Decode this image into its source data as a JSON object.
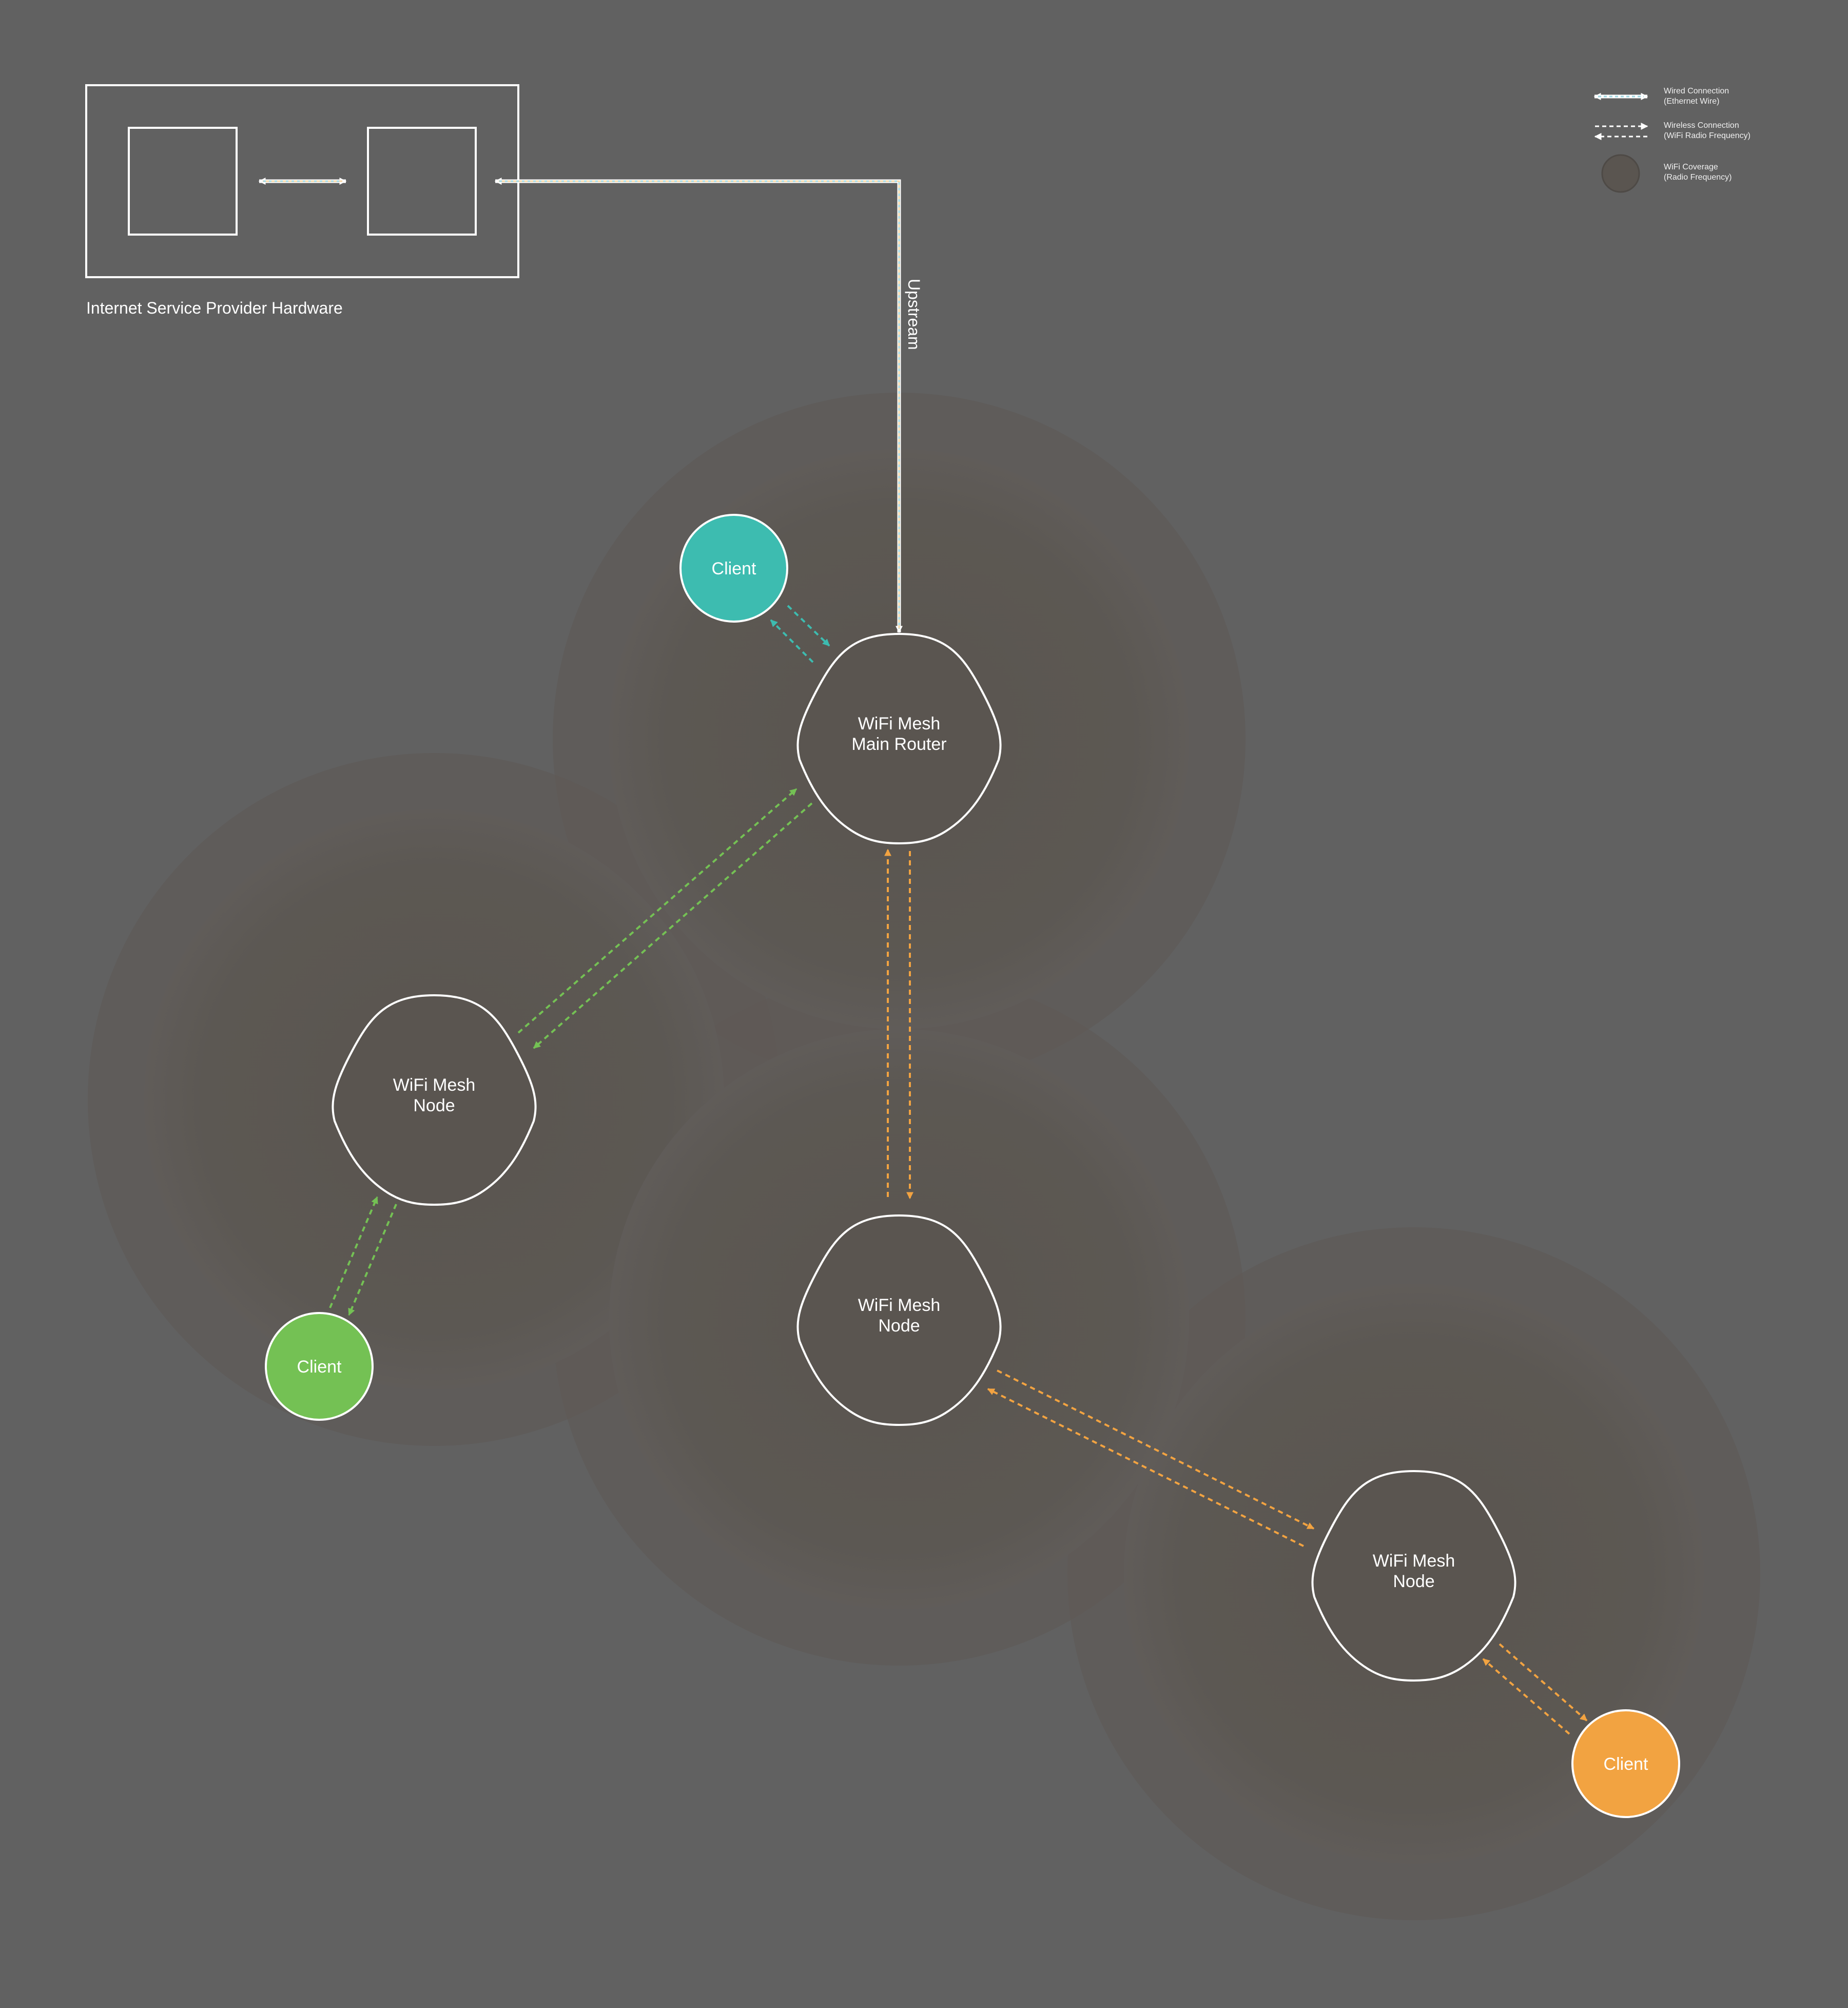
{
  "isp": {
    "label": "Internet Service Provider Hardware"
  },
  "upstream": {
    "label": "Upstream"
  },
  "main_router": {
    "line1": "WiFi Mesh",
    "line2": "Main Router"
  },
  "node_left": {
    "line1": "WiFi Mesh",
    "line2": "Node"
  },
  "node_center": {
    "line1": "WiFi Mesh",
    "line2": "Node"
  },
  "node_right": {
    "line1": "WiFi Mesh",
    "line2": "Node"
  },
  "clients": {
    "teal": {
      "label": "Client"
    },
    "green": {
      "label": "Client"
    },
    "orange": {
      "label": "Client"
    }
  },
  "legend": {
    "wired": {
      "line1": "Wired Connection",
      "line2": "(Ethernet Wire)"
    },
    "wireless": {
      "line1": "Wireless Connection",
      "line2": "(WiFi Radio Frequency)"
    },
    "coverage": {
      "line1": "WiFi Coverage",
      "line2": "(Radio Frequency)"
    }
  },
  "colors": {
    "background": "#616161",
    "coverage": "#5a5550",
    "stroke": "#ffffff",
    "teal": "#3dbcb0",
    "green": "#74c154",
    "orange": "#f2a341",
    "wire_stripe": "#9ed6e0",
    "wire_stripe_warm": "#f6d5a4"
  },
  "icons": {
    "wired": "double-arrow-solid",
    "wireless": "double-arrow-dashed",
    "coverage": "radio-disc"
  }
}
